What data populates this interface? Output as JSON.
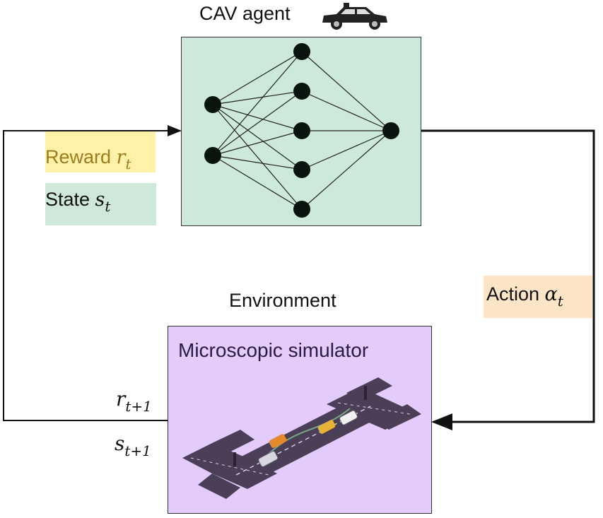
{
  "agent": {
    "title": "CAV agent",
    "icon": "car-icon"
  },
  "network": {
    "fill_color": "#cde9dc",
    "layers": [
      2,
      5,
      1
    ]
  },
  "feedback": {
    "reward_text": "Reward ",
    "reward_var": "r",
    "reward_sub": "t",
    "state_text": "State ",
    "state_var": "s",
    "state_sub": "t"
  },
  "action": {
    "text": "Action ",
    "var": "α",
    "sub": "t"
  },
  "environment": {
    "label": "Environment",
    "simulator_title": "Microscopic simulator",
    "fill_color": "#e3cbfb",
    "next_reward_var": "r",
    "next_reward_sub": "t+1",
    "next_state_var": "s",
    "next_state_sub": "t+1"
  },
  "colors": {
    "reward_highlight": "#fff1a8",
    "state_highlight": "#cfe8da",
    "action_highlight": "#fbe5c6"
  }
}
